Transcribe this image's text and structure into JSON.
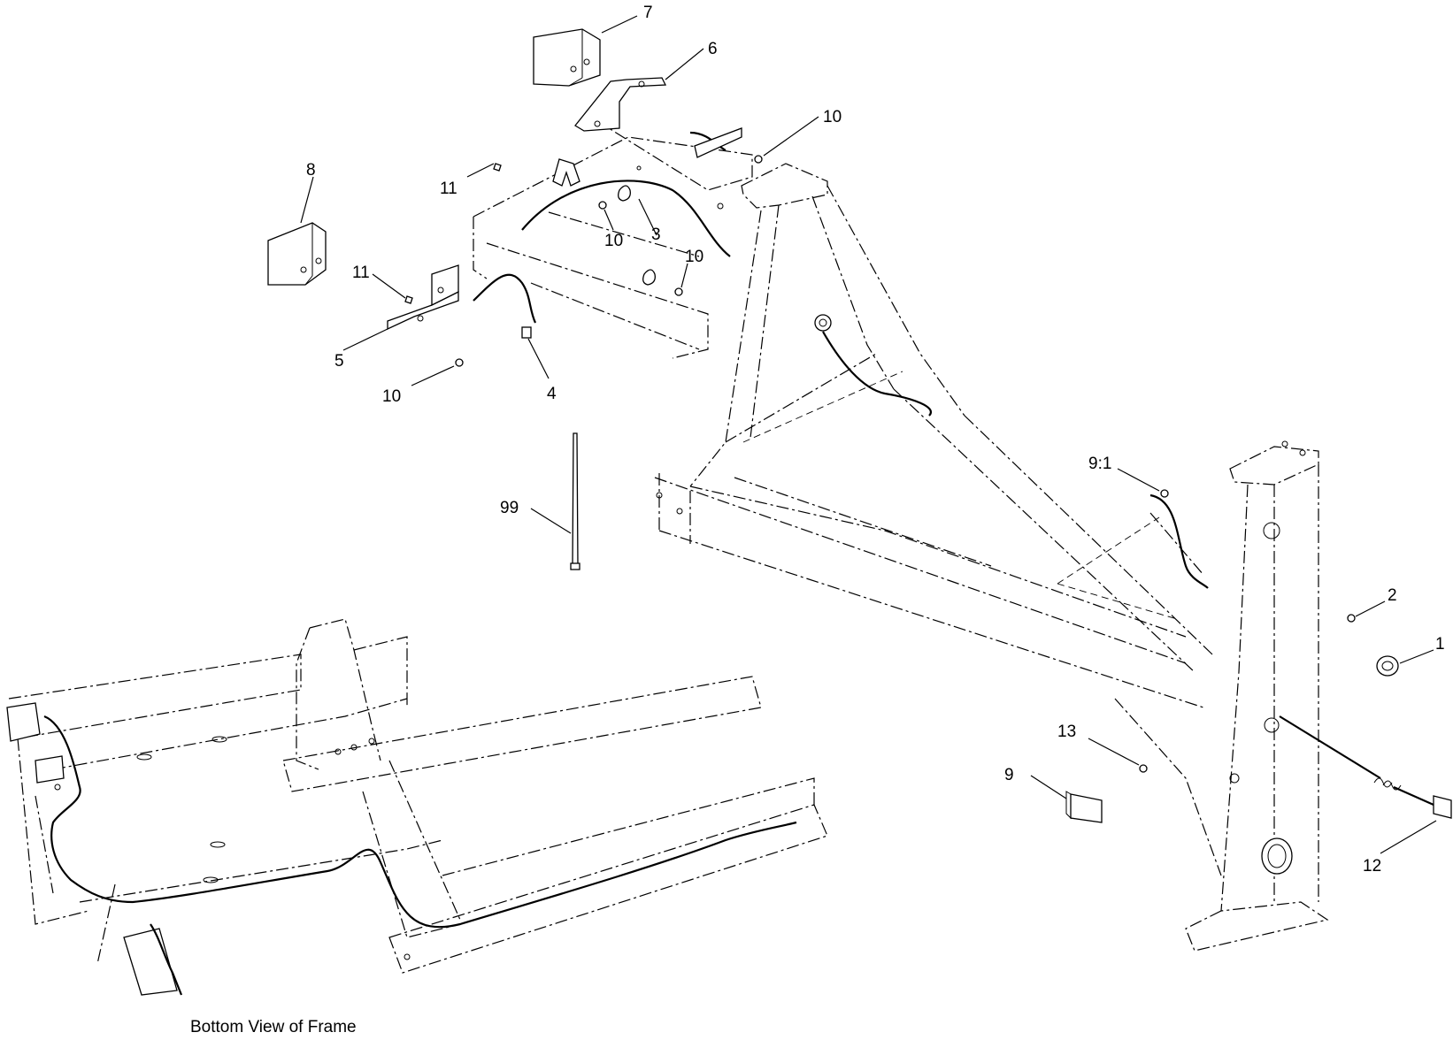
{
  "callouts": [
    {
      "id": "c7",
      "label": "7"
    },
    {
      "id": "c6",
      "label": "6"
    },
    {
      "id": "c10a",
      "label": "10"
    },
    {
      "id": "c8",
      "label": "8"
    },
    {
      "id": "c11a",
      "label": "11"
    },
    {
      "id": "c10b",
      "label": "10"
    },
    {
      "id": "c3",
      "label": "3"
    },
    {
      "id": "c10c",
      "label": "10"
    },
    {
      "id": "c11b",
      "label": "11"
    },
    {
      "id": "c5",
      "label": "5"
    },
    {
      "id": "c10d",
      "label": "10"
    },
    {
      "id": "c4",
      "label": "4"
    },
    {
      "id": "c99",
      "label": "99"
    },
    {
      "id": "c9-1",
      "label": "9:1"
    },
    {
      "id": "c2",
      "label": "2"
    },
    {
      "id": "c1",
      "label": "1"
    },
    {
      "id": "c13",
      "label": "13"
    },
    {
      "id": "c9",
      "label": "9"
    },
    {
      "id": "c12",
      "label": "12"
    }
  ],
  "caption": "Bottom View of Frame"
}
